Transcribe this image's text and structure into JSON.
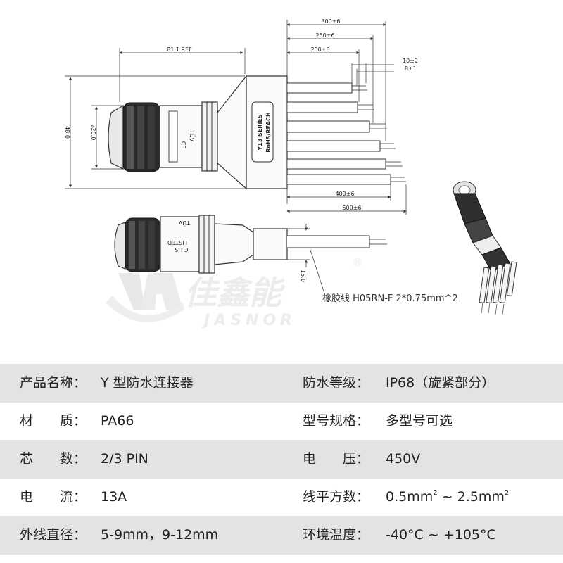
{
  "drawing": {
    "dimensions": {
      "d300": "300±6",
      "d250": "250±6",
      "d200": "200±6",
      "d10": "10±2",
      "d8": "8±1",
      "d400": "400±6",
      "d500": "500±6",
      "ref": "81.1 REF",
      "height": "48.0",
      "dia": "⌀25.0",
      "wire": "15.0"
    },
    "labels": {
      "series": "Y13  SERIES",
      "rohs": "RoHS/REACH",
      "tuv": "TÜV",
      "ce": "CE",
      "listed": "LISTED",
      "cus": "C  US",
      "cable": "橡胶线 H05RN-F 2*0.75mm^2"
    },
    "watermark": {
      "brand_cn": "佳鑫能",
      "brand_en": "JASNOR",
      "reg": "®"
    }
  },
  "specs": {
    "rows": [
      {
        "l_label": "产品名称：",
        "l_value": "Y 型防水连接器",
        "r_label": "防水等级：",
        "r_value": "IP68（旋紧部分）"
      },
      {
        "l_label": "材　　质：",
        "l_value": "PA66",
        "r_label": "型号规格：",
        "r_value": "多型号可选"
      },
      {
        "l_label": "芯　　数：",
        "l_value": "2/3 PIN",
        "r_label": "电　　压：",
        "r_value": "450V"
      },
      {
        "l_label": "电　　流：",
        "l_value": "13A",
        "r_label": "线平方数：",
        "r_value_a": "0.5mm",
        "r_value_b": " ~ 2.5mm",
        "sup": "2"
      },
      {
        "l_label": "外线直径：",
        "l_value": "5-9mm，9-12mm",
        "r_label": "环境温度：",
        "r_value": "-40°C ~ +105°C"
      }
    ]
  }
}
